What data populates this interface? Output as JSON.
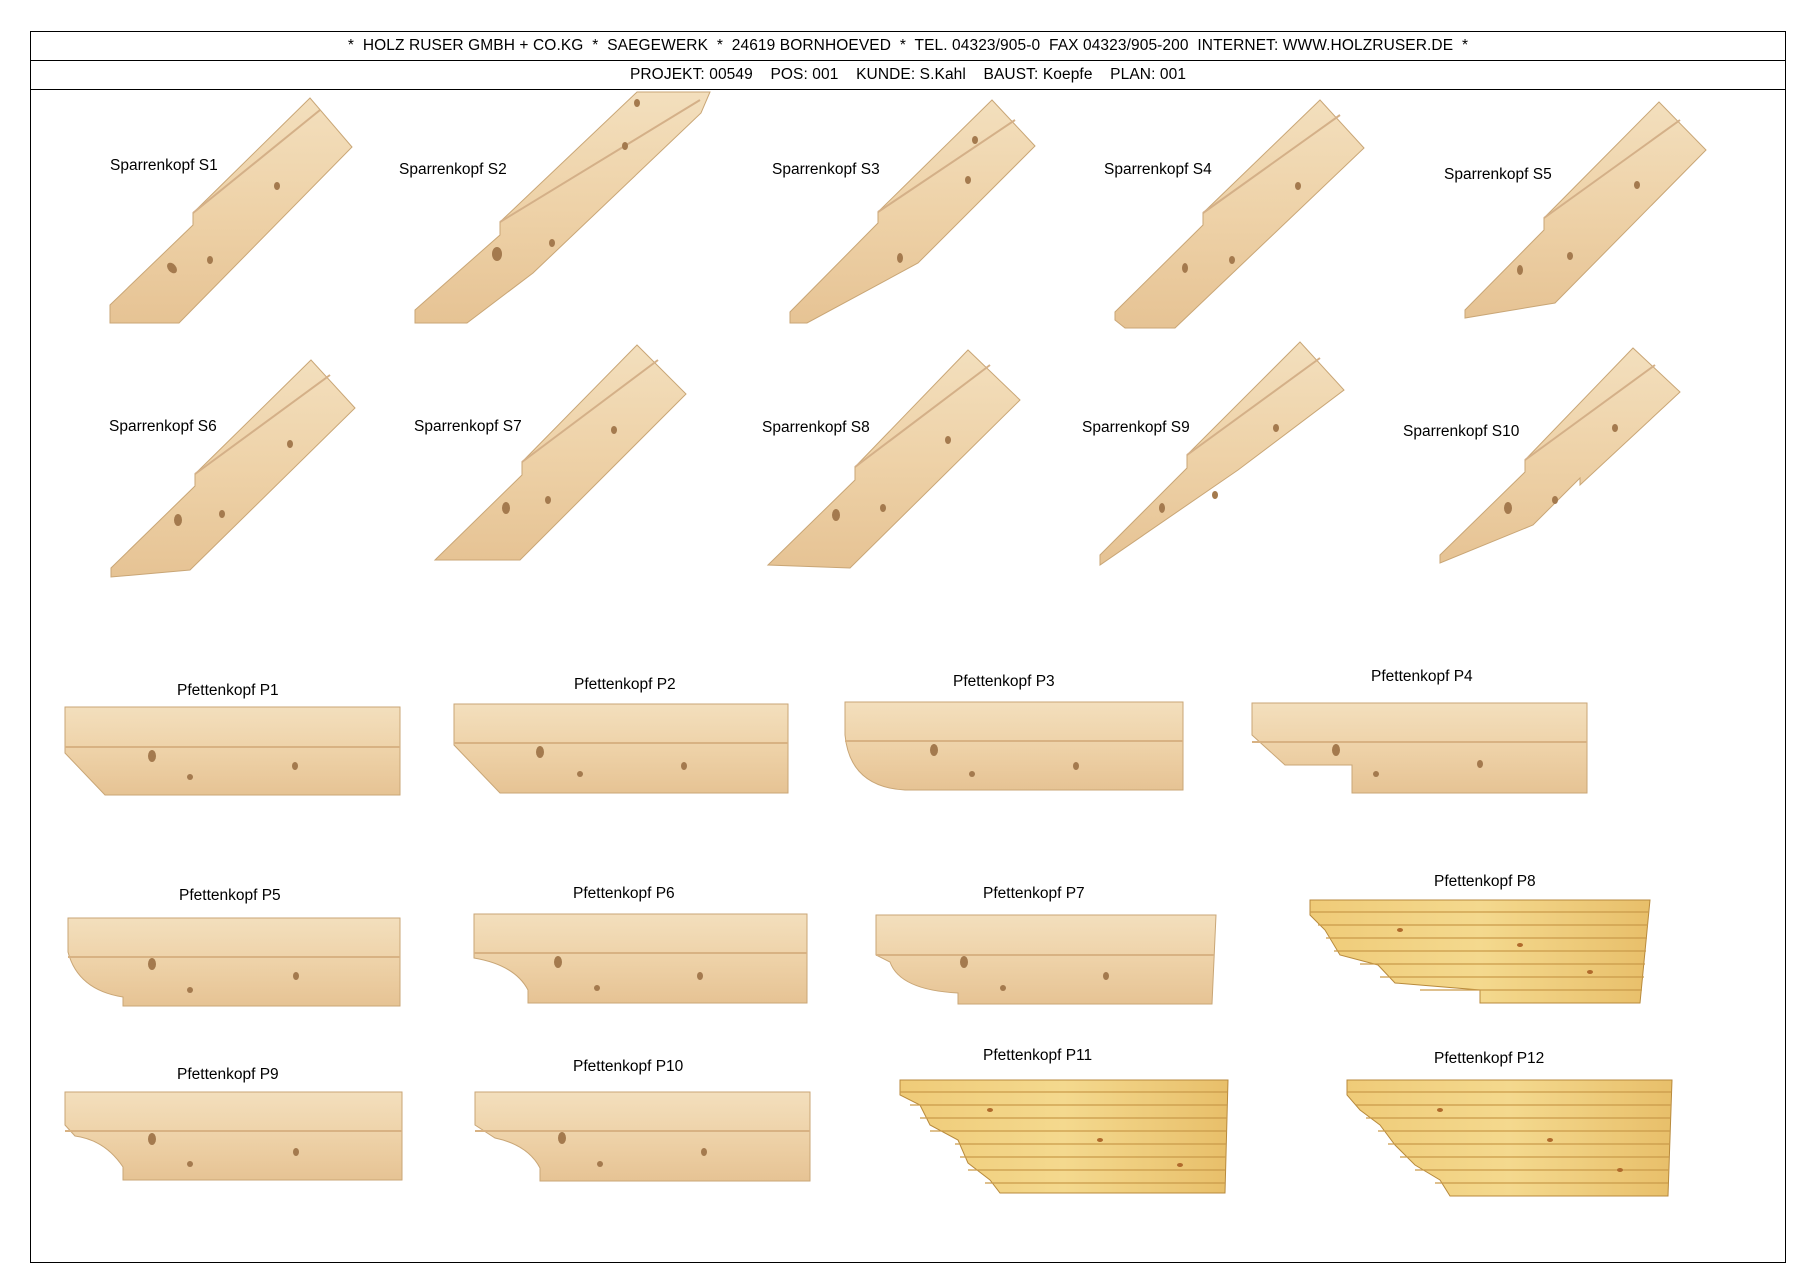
{
  "header": {
    "company_line": "*  HOLZ RUSER GMBH + CO.KG  *  SAEGEWERK  *  24619 BORNHOEVED  *  TEL. 04323/905-0  FAX 04323/905-200  INTERNET: WWW.HOLZRUSER.DE  *",
    "project_line": "PROJEKT: 00549    POS: 001    KUNDE: S.Kahl    BAUST: Koepfe    PLAN: 001"
  },
  "sparrenkoepfe": [
    {
      "label": "Sparrenkopf S1"
    },
    {
      "label": "Sparrenkopf S2"
    },
    {
      "label": "Sparrenkopf S3"
    },
    {
      "label": "Sparrenkopf S4"
    },
    {
      "label": "Sparrenkopf S5"
    },
    {
      "label": "Sparrenkopf S6"
    },
    {
      "label": "Sparrenkopf S7"
    },
    {
      "label": "Sparrenkopf S8"
    },
    {
      "label": "Sparrenkopf S9"
    },
    {
      "label": "Sparrenkopf S10"
    }
  ],
  "pfettenkoepfe": [
    {
      "label": "Pfettenkopf P1"
    },
    {
      "label": "Pfettenkopf P2"
    },
    {
      "label": "Pfettenkopf P3"
    },
    {
      "label": "Pfettenkopf P4"
    },
    {
      "label": "Pfettenkopf P5"
    },
    {
      "label": "Pfettenkopf P6"
    },
    {
      "label": "Pfettenkopf P7"
    },
    {
      "label": "Pfettenkopf P8"
    },
    {
      "label": "Pfettenkopf P9"
    },
    {
      "label": "Pfettenkopf P10"
    },
    {
      "label": "Pfettenkopf P11"
    },
    {
      "label": "Pfettenkopf P12"
    }
  ],
  "colors": {
    "wood_light": "#f1d9b3",
    "wood_mid": "#e6c598",
    "wood_dark": "#d8b283",
    "knot": "#a47a4e",
    "laminated_light": "#f2d486",
    "laminated_dark": "#cf9c45"
  }
}
